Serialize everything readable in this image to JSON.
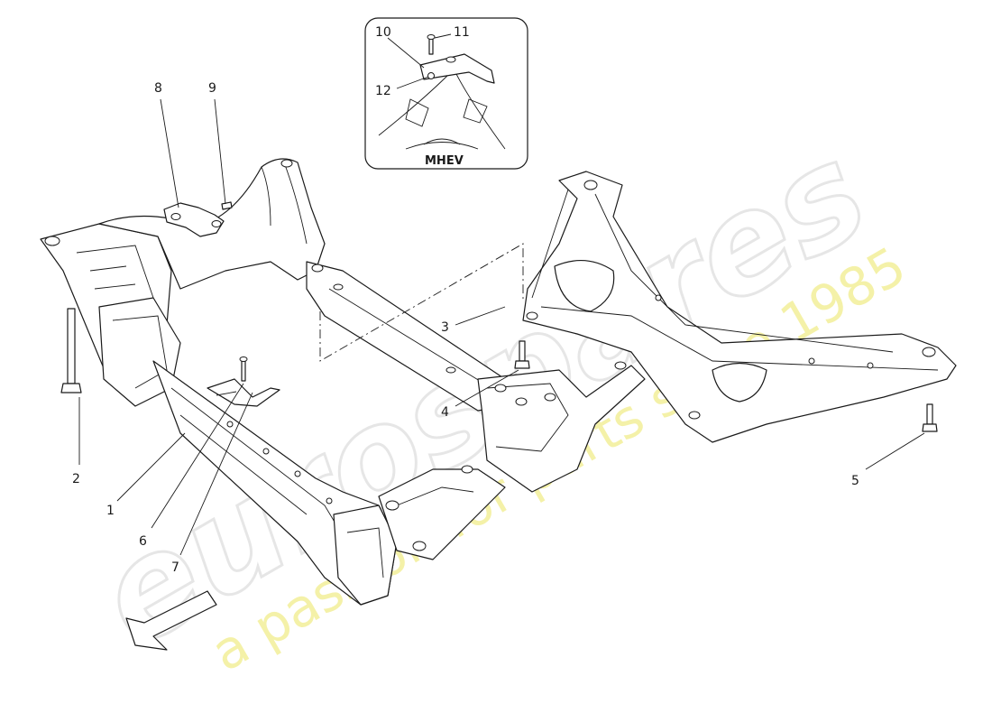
{
  "diagram": {
    "inset_label": "MHEV",
    "callouts": [
      {
        "id": "1",
        "label": "1"
      },
      {
        "id": "2",
        "label": "2"
      },
      {
        "id": "3",
        "label": "3"
      },
      {
        "id": "4",
        "label": "4"
      },
      {
        "id": "5",
        "label": "5"
      },
      {
        "id": "6",
        "label": "6"
      },
      {
        "id": "7",
        "label": "7"
      },
      {
        "id": "8",
        "label": "8"
      },
      {
        "id": "9",
        "label": "9"
      },
      {
        "id": "10",
        "label": "10"
      },
      {
        "id": "11",
        "label": "11"
      },
      {
        "id": "12",
        "label": "12"
      }
    ]
  },
  "watermark": {
    "brand": "eurospares",
    "tagline": "a passion for parts since 1985",
    "tagline_color": "#f3ef9a"
  }
}
